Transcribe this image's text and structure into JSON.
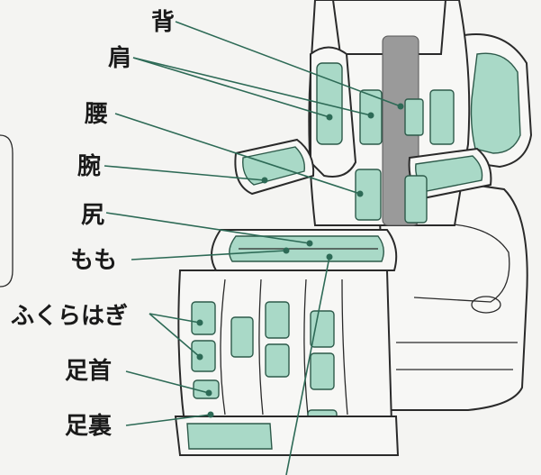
{
  "labels": {
    "back": "背",
    "shoulder": "肩",
    "waist": "腰",
    "arm": "腕",
    "hip": "尻",
    "thigh": "もも",
    "calf": "ふくらはぎ",
    "ankle": "足首",
    "sole": "足裏"
  },
  "colors": {
    "pad_fill": "#a9d9c7",
    "pad_stroke": "#2d5a4a",
    "leader_line": "#2d6a56",
    "outline": "#2a2a2a",
    "background": "#f4f4f2"
  }
}
